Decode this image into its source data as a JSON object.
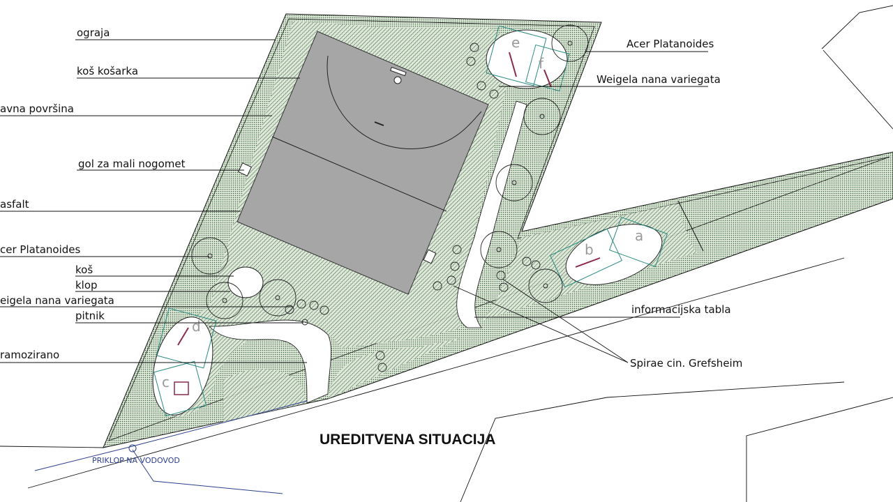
{
  "title": "UREDITVENA SITUACIJA",
  "labels_left": [
    "ograja",
    "koš košarka",
    "avna površina",
    "gol za mali nogomet",
    "asfalt",
    "cer Platanoides",
    "koš",
    "klop",
    "eigela nana variegata",
    "pitnik",
    "ramozirano"
  ],
  "labels_right": [
    "Acer Platanoides",
    "Weigela nana variegata",
    "informacijska tabla",
    "Spirae cin. Grefsheim"
  ],
  "water_label": "PRIKLOP NA VODOVOD",
  "zones": [
    "a",
    "b",
    "c",
    "d",
    "e",
    "f"
  ],
  "colors": {
    "hatch": "#3d6b3d",
    "court": "#a6a6a6",
    "equipment": "#2a8a80",
    "line": "#111111",
    "water": "#2a3e8c"
  }
}
